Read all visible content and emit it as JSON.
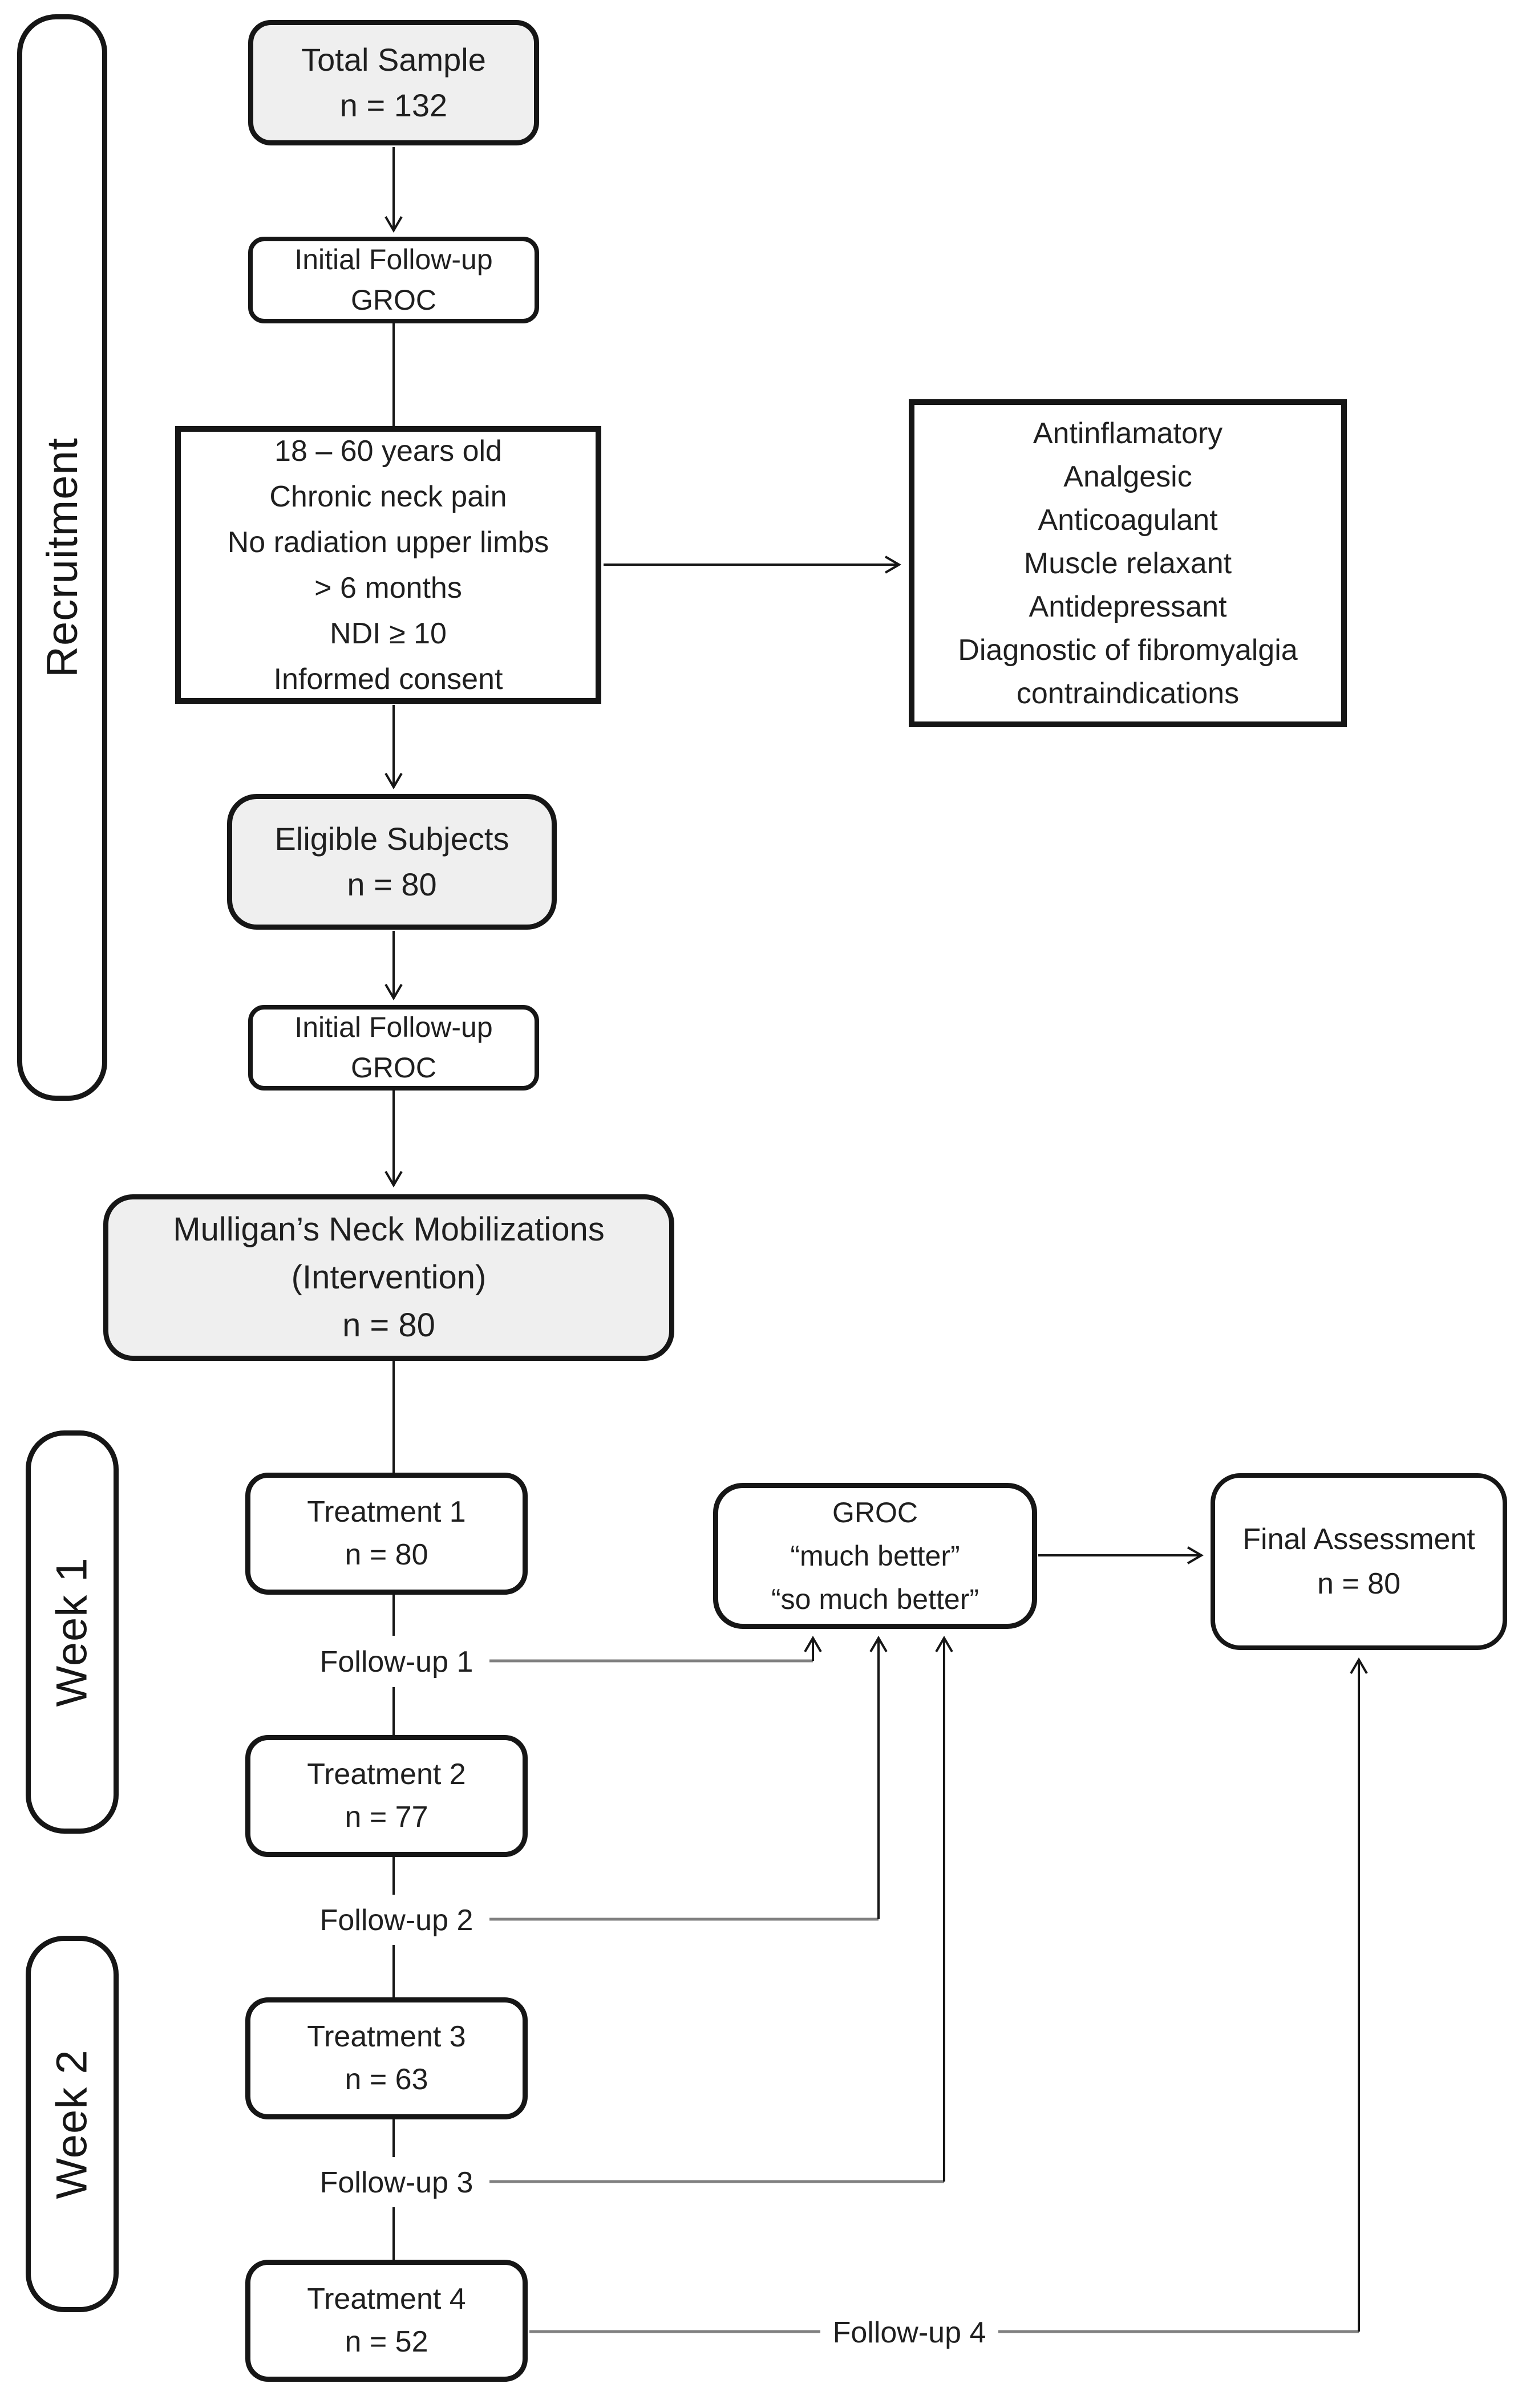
{
  "diagram": {
    "brackets": {
      "recruitment": "Recruitment",
      "week1": "Week 1",
      "week2": "Week 2"
    },
    "boxes": {
      "total_sample": {
        "lines": [
          "Total Sample",
          "n = 132"
        ]
      },
      "initial_followup_1": {
        "lines": [
          "Initial Follow-up",
          "GROC"
        ]
      },
      "criteria": {
        "lines": [
          "18 – 60 years old",
          "Chronic neck pain",
          "No radiation upper limbs",
          "> 6 months",
          "NDI ≥ 10",
          "Informed consent"
        ]
      },
      "exclusion": {
        "lines": [
          "Antinflamatory",
          "Analgesic",
          "Anticoagulant",
          "Muscle relaxant",
          "Antidepressant",
          "Diagnostic of fibromyalgia",
          "contraindications"
        ]
      },
      "eligible": {
        "lines": [
          "Eligible Subjects",
          "n = 80"
        ]
      },
      "initial_followup_2": {
        "lines": [
          "Initial Follow-up",
          "GROC"
        ]
      },
      "mulligans": {
        "lines": [
          "Mulligan’s Neck Mobilizations",
          "(Intervention)",
          "n = 80"
        ]
      },
      "treatment1": {
        "lines": [
          "Treatment 1",
          "n = 80"
        ]
      },
      "treatment2": {
        "lines": [
          "Treatment 2",
          "n = 77"
        ]
      },
      "treatment3": {
        "lines": [
          "Treatment 3",
          "n = 63"
        ]
      },
      "treatment4": {
        "lines": [
          "Treatment 4",
          "n = 52"
        ]
      },
      "groc": {
        "lines": [
          "GROC",
          "“much better”",
          "“so much better”"
        ]
      },
      "final": {
        "lines": [
          "Final Assessment",
          "n = 80"
        ]
      }
    },
    "labels": {
      "followup1": "Follow-up 1",
      "followup2": "Follow-up 2",
      "followup3": "Follow-up 3",
      "followup4": "Follow-up 4"
    },
    "colors": {
      "stroke": "#161616",
      "box_fill_gray": "#efefef",
      "box_fill_white": "#ffffff",
      "followup_line": "#808080"
    }
  }
}
